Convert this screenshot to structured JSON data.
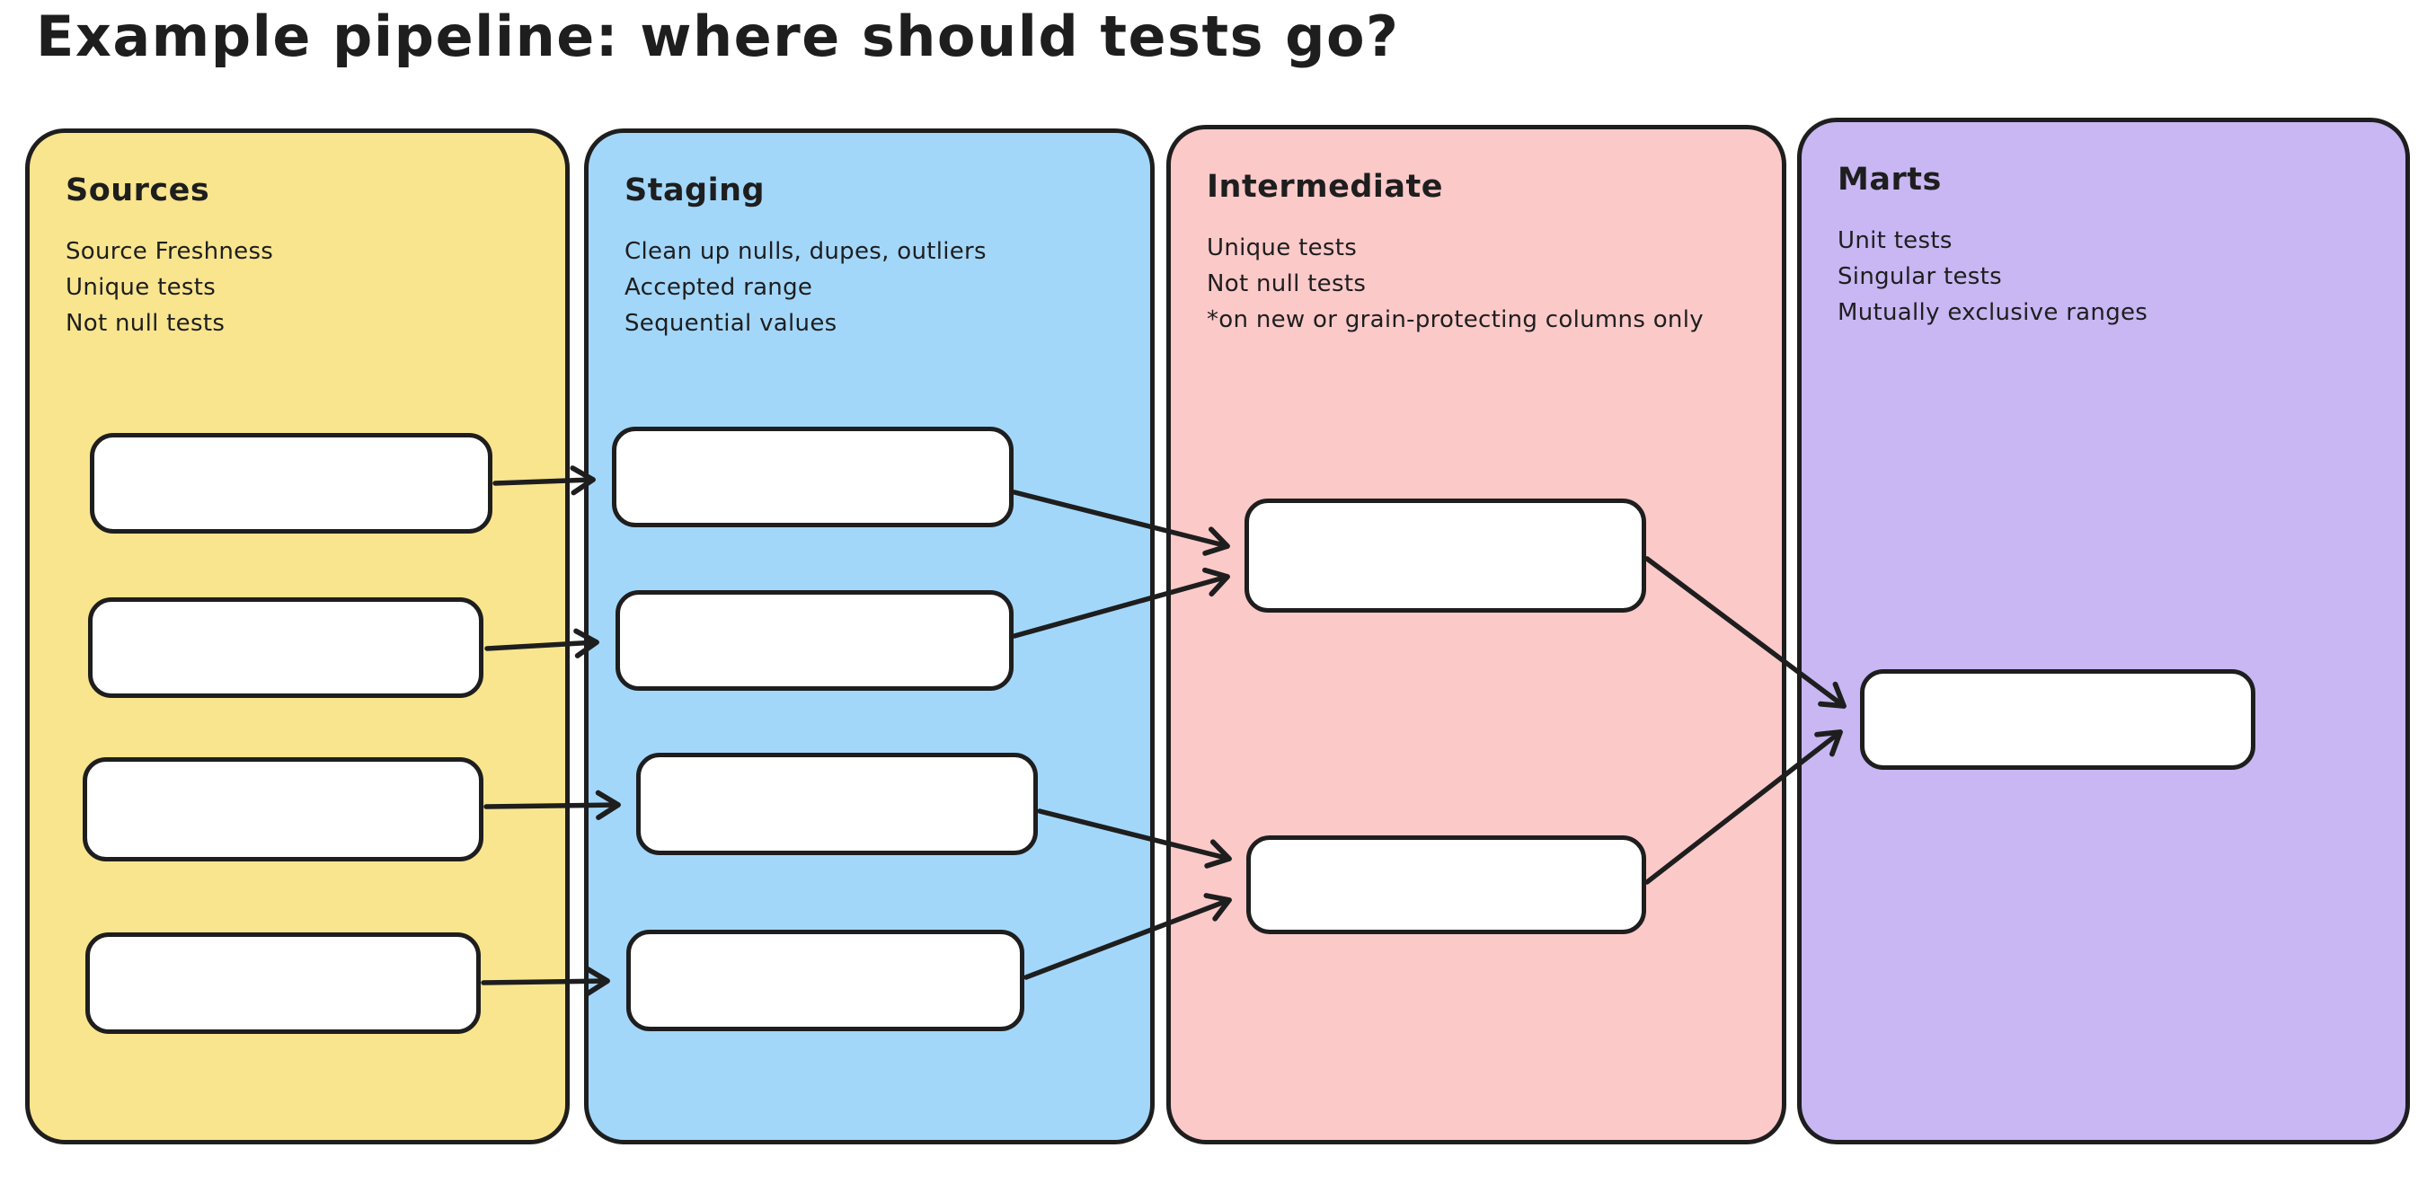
{
  "title": "Example pipeline: where should tests go?",
  "columns": [
    {
      "id": "sources",
      "label": "Sources",
      "color": "#f9e58e",
      "notes": [
        "Source Freshness",
        "Unique tests",
        "Not null tests"
      ]
    },
    {
      "id": "staging",
      "label": "Staging",
      "color": "#a3d7fa",
      "notes": [
        "Clean up nulls, dupes, outliers",
        "Accepted range",
        "Sequential values"
      ]
    },
    {
      "id": "intermediate",
      "label": "Intermediate",
      "color": "#fcc9c9",
      "notes": [
        "Unique tests",
        "Not null tests",
        "*on new or grain-protecting columns only"
      ]
    },
    {
      "id": "marts",
      "label": "Marts",
      "color": "#c8b7f3",
      "notes": [
        "Unit tests",
        "Singular tests",
        "Mutually exclusive ranges"
      ]
    }
  ],
  "stroke_color": "#1e1e1e",
  "node_fill": "#ffffff",
  "graph": {
    "nodes": [
      "src1",
      "src2",
      "src3",
      "src4",
      "stg1",
      "stg2",
      "stg3",
      "stg4",
      "int1",
      "int2",
      "mart1"
    ],
    "edges": [
      [
        "src1",
        "stg1"
      ],
      [
        "src2",
        "stg2"
      ],
      [
        "src3",
        "stg3"
      ],
      [
        "src4",
        "stg4"
      ],
      [
        "stg1",
        "int1"
      ],
      [
        "stg2",
        "int1"
      ],
      [
        "stg3",
        "int2"
      ],
      [
        "stg4",
        "int2"
      ],
      [
        "int1",
        "mart1"
      ],
      [
        "int2",
        "mart1"
      ]
    ]
  }
}
